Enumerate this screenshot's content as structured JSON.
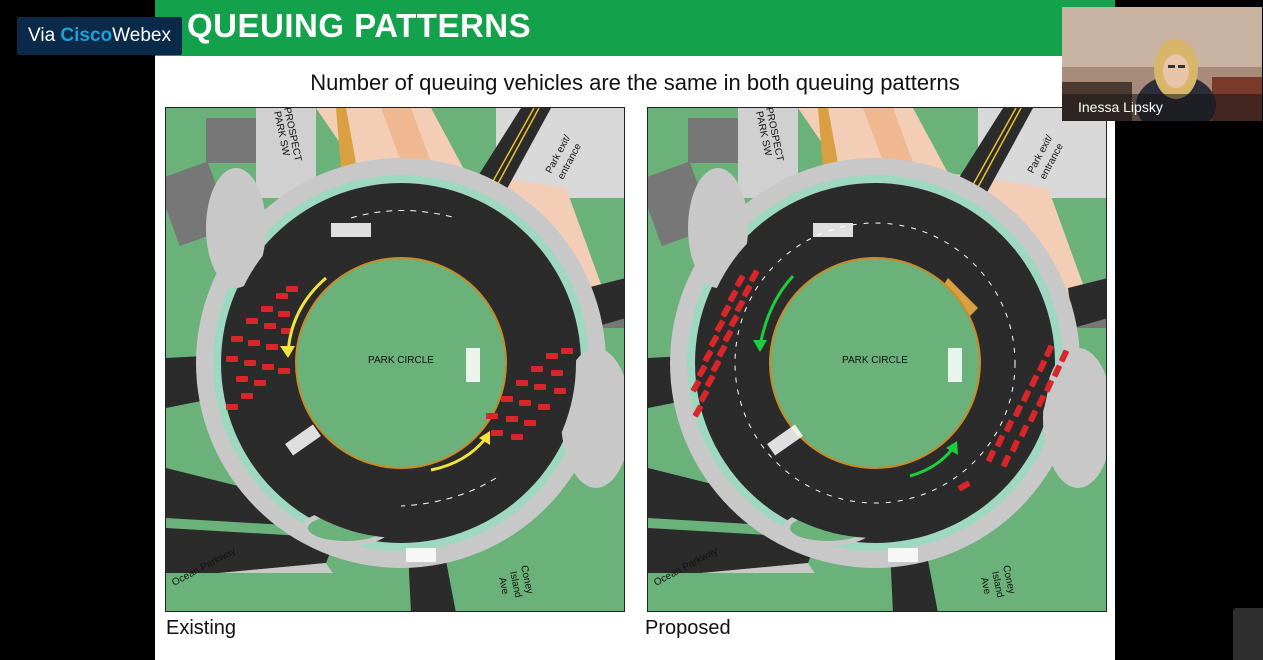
{
  "app": {
    "brand_prefix": "Via ",
    "brand_cisco": "Cisco",
    "brand_webex": "Webex"
  },
  "slide": {
    "title": "QUEUING PATTERNS",
    "subtitle": "Number of queuing vehicles are the same in both queuing patterns",
    "maps": [
      {
        "caption": "Existing",
        "labels": {
          "center": "PARK CIRCLE",
          "prospect_1": "PROSPECT",
          "prospect_2": "PARK SW",
          "park_exit_1": "Park exit/",
          "park_exit_2": "entrance",
          "ocean": "Ocean Parkway",
          "coney_1": "Coney",
          "coney_2": "Island",
          "coney_3": "Ave"
        },
        "arrow_color": "#f2e43a"
      },
      {
        "caption": "Proposed",
        "labels": {
          "center": "PARK CIRCLE",
          "prospect_1": "PROSPECT",
          "prospect_2": "PARK SW",
          "park_exit_1": "Park exit/",
          "park_exit_2": "entrance",
          "ocean": "Ocean Parkway",
          "coney_1": "Coney",
          "coney_2": "Island",
          "coney_3": "Ave"
        },
        "arrow_color": "#1fcc3c"
      }
    ]
  },
  "participant": {
    "name": "Inessa Lipsky"
  },
  "colors": {
    "title_bar": "#13a14b",
    "road": "#2b2b2b",
    "grass": "#6ab27a",
    "plaza": "#f3cdb6",
    "bike_lane": "#9fd8c0",
    "queued_car": "#d8262a",
    "brand_bg": "#0b2a4a"
  }
}
